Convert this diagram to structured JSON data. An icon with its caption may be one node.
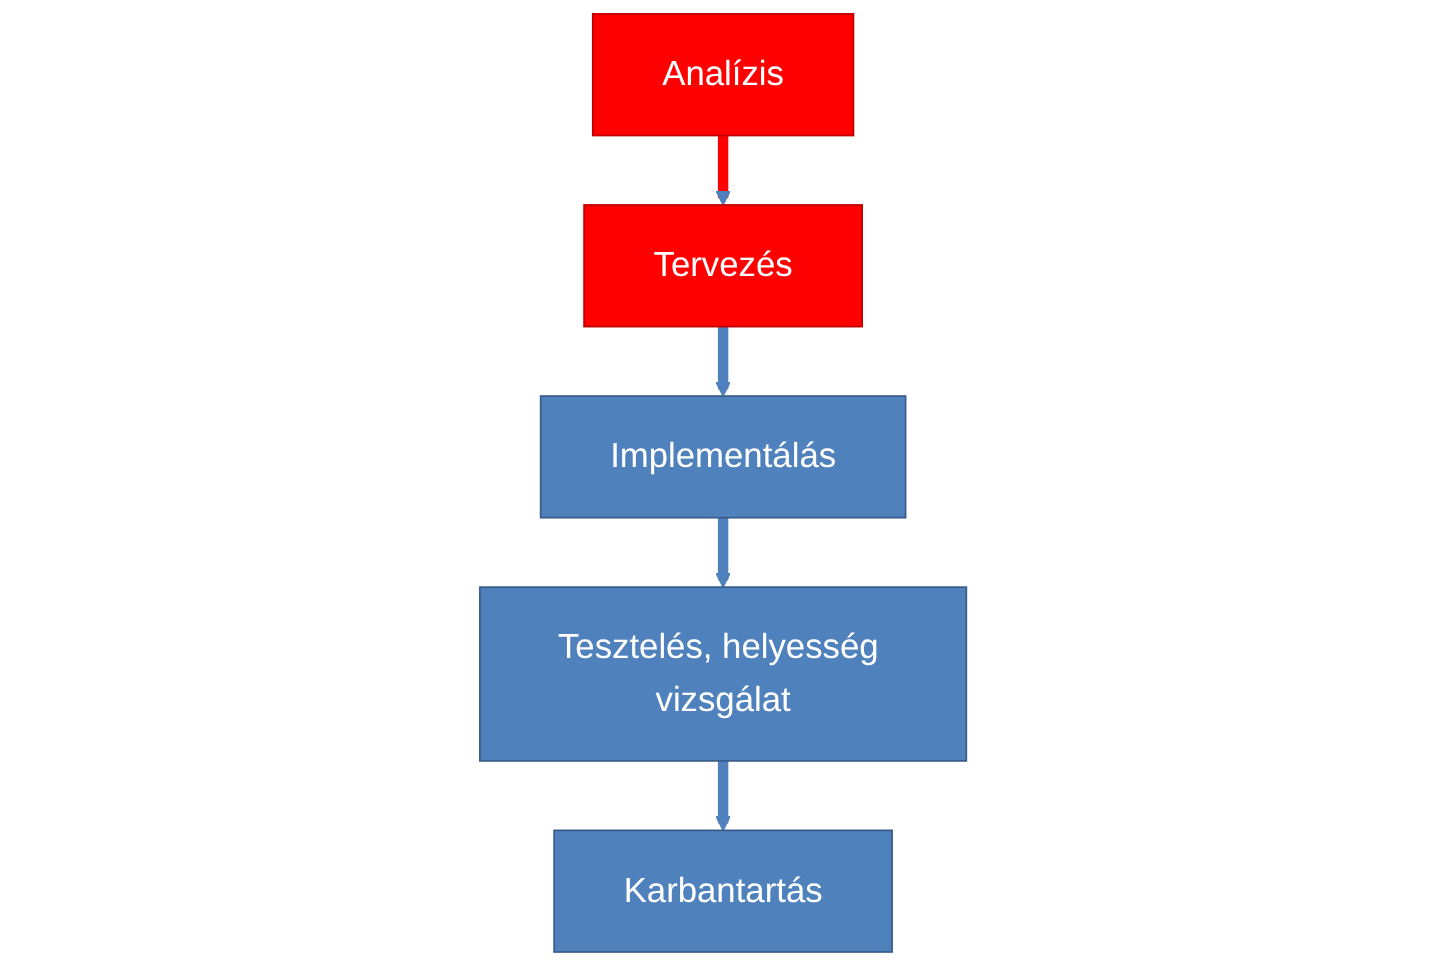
{
  "diagram": {
    "nodes": [
      {
        "text": [
          "Analízis"
        ]
      },
      {
        "text": [
          "Tervezés"
        ]
      },
      {
        "text": [
          "Implementálás"
        ]
      },
      {
        "text": [
          "Tesztelés, helyesség vizsgálat"
        ]
      },
      {
        "text": [
          "Karbantartás"
        ]
      }
    ],
    "edges": [
      {
        "from": 0,
        "to": 1,
        "arrow": "to",
        "color": "#ff0000"
      },
      {
        "from": 1,
        "to": 2,
        "arrow": "to"
      },
      {
        "from": 2,
        "to": 3,
        "arrow": "to"
      },
      {
        "from": 3,
        "to": 4,
        "arrow": "to"
      }
    ]
  }
}
